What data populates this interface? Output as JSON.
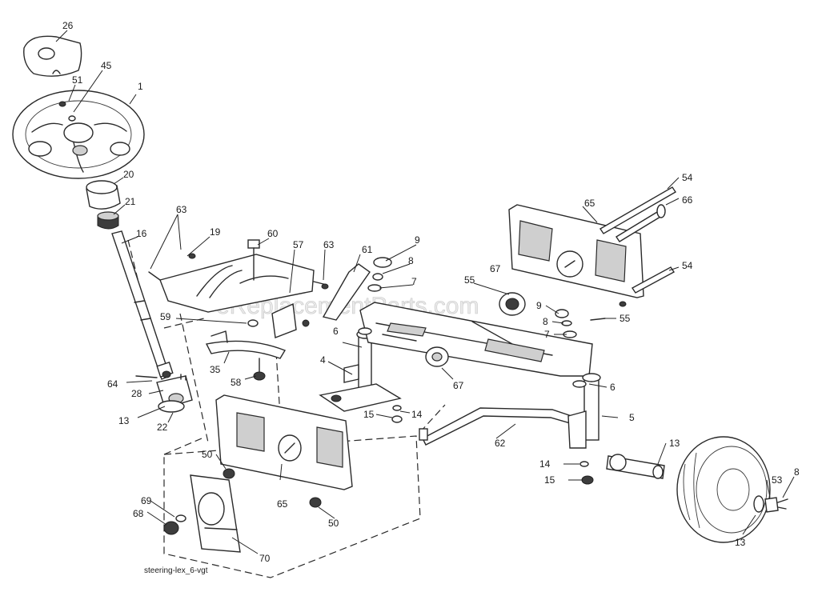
{
  "watermark": "eReplacementParts.com",
  "caption": "steering-lex_6-vgt",
  "callouts": {
    "c26": "26",
    "c45": "45",
    "c51": "51",
    "c1": "1",
    "c20": "20",
    "c21": "21",
    "c16": "16",
    "c63a": "63",
    "c19": "19",
    "c60": "60",
    "c57": "57",
    "c63b": "63",
    "c61": "61",
    "c9a": "9",
    "c8a": "8",
    "c7a": "7",
    "c55a": "55",
    "c67a": "67",
    "c65a": "65",
    "c54a": "54",
    "c66": "66",
    "c54b": "54",
    "c9b": "9",
    "c8b": "8",
    "c7b": "7",
    "c55b": "55",
    "c59": "59",
    "c6a": "6",
    "c4": "4",
    "c67b": "67",
    "c35": "35",
    "c58": "58",
    "c64": "64",
    "c28": "28",
    "c13a": "13",
    "c22": "22",
    "c15a": "15",
    "c14a": "14",
    "c6b": "6",
    "c5": "5",
    "c62": "62",
    "c13b": "13",
    "c14b": "14",
    "c15b": "15",
    "c53": "53",
    "c8c": "8",
    "c13c": "13",
    "c50a": "50",
    "c65b": "65",
    "c69": "69",
    "c68": "68",
    "c50b": "50",
    "c70": "70"
  }
}
